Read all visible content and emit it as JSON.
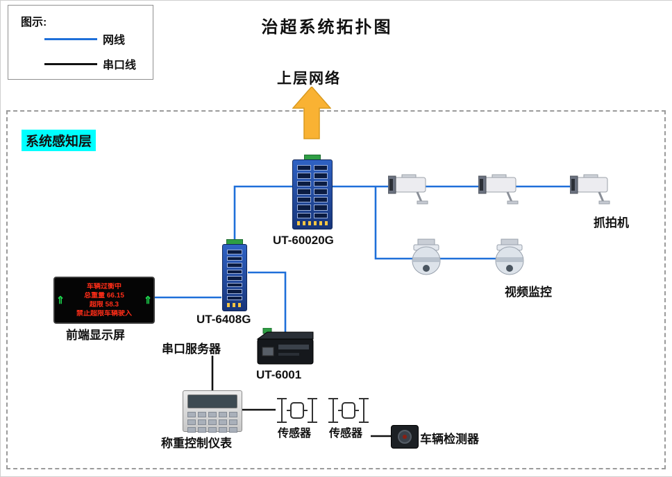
{
  "title": "治超系统拓扑图",
  "legend": {
    "title": "图示:",
    "items": [
      {
        "name": "net-cable",
        "label": "网线",
        "color": "#1E6FD9"
      },
      {
        "name": "serial-cable",
        "label": "串口线",
        "color": "#111111"
      }
    ]
  },
  "upper_network_label": "上层网络",
  "layer_label": "系统感知层",
  "nodes": {
    "main_switch": {
      "label": "UT-60020G"
    },
    "sub_switch": {
      "label": "UT-6408G"
    },
    "display": {
      "label": "前端显示屏",
      "arrow_glyph": "⇑",
      "lines": [
        "车辆过衡中",
        "总重量 66.15",
        "超限 58.3",
        "禁止超限车辆驶入"
      ]
    },
    "serial_server": {
      "label": "串口服务器",
      "model": "UT-6001"
    },
    "weighing_controller": {
      "label": "称重控制仪表"
    },
    "sensor_1": {
      "label": "传感器"
    },
    "sensor_2": {
      "label": "传感器"
    },
    "vehicle_detector": {
      "label": "车辆检测器"
    },
    "capture_cameras": {
      "label": "抓拍机",
      "count": 3
    },
    "video_surveillance": {
      "label": "视频监控",
      "count": 2
    }
  },
  "colors": {
    "net_cable": "#1E6FD9",
    "serial_cable": "#111111",
    "arrow": "#F9B233",
    "layer_highlight": "#00FFFF",
    "led_text": "#FF2D18"
  }
}
